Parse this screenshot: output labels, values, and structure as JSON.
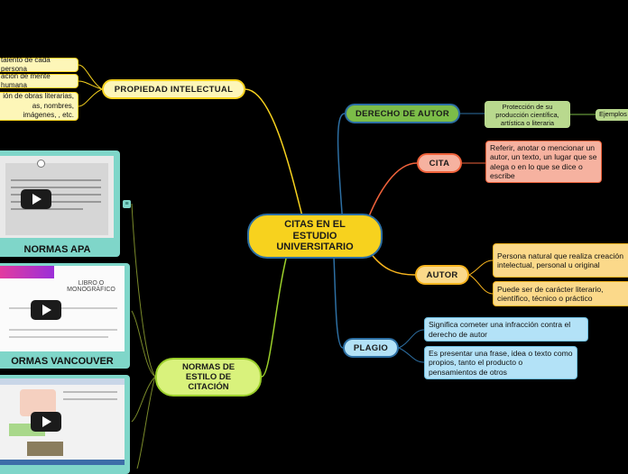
{
  "central": "CITAS EN EL ESTUDIO UNIVERSITARIO",
  "branches": {
    "propiedad": {
      "label": "PROPIEDAD INTELECTUAL",
      "leaves": [
        "talento de cada persona",
        "ación de mente humana",
        "ión de obras literarias, as, nombres, imágenes, , etc."
      ]
    },
    "derecho": {
      "label": "DERECHO DE AUTOR",
      "child": "Protección de su producción científica, artística o literaria",
      "grandchild": "Ejemplos"
    },
    "cita": {
      "label": "CITA",
      "leaf": "Referir, anotar o mencionar un autor, un texto, un lugar que se alega o en lo que se dice o escribe"
    },
    "autor": {
      "label": "AUTOR",
      "leaves": [
        "Persona natural que realiza creación intelectual, personal u original",
        "Puede ser de carácter literario, científico, técnico o práctico"
      ]
    },
    "plagio": {
      "label": "PLAGIO",
      "leaves": [
        "Significa cometer una infracción contra el derecho de autor",
        "Es presentar una frase, idea o texto como propios, tanto el producto o pensamientos de otros"
      ]
    },
    "normas": {
      "label": "NORMAS DE ESTILO DE CITACIÓN",
      "videos": [
        {
          "caption": "NORMAS APA"
        },
        {
          "caption": "ORMAS VANCOUVER",
          "title_text": "LIBRO O MONOGRÁFICO"
        },
        {
          "caption": ""
        }
      ]
    }
  },
  "colors": {
    "central": "#f7d21e",
    "propiedad": "#fdf6b8",
    "derecho": "#7cbd48",
    "cita": "#f6b2a0",
    "autor": "#fbd98a",
    "plagio": "#b3e2f7",
    "normas": "#d9f27c",
    "video_frame": "#7fd6c9"
  }
}
